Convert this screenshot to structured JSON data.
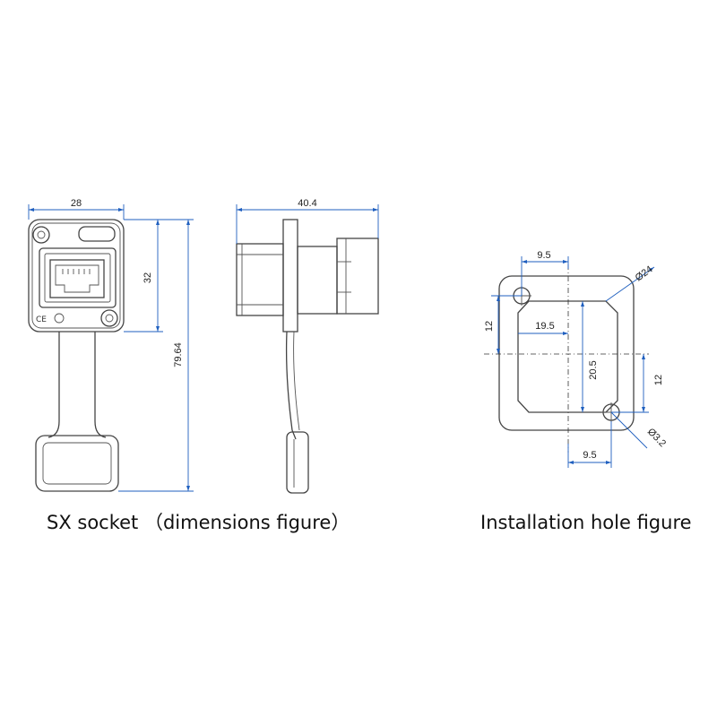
{
  "front_view": {
    "width_label": "28",
    "height_label": "32",
    "total_height_label": "79.64"
  },
  "side_view": {
    "depth_label": "40.4"
  },
  "hole_view": {
    "top_offset_label": "9.5",
    "bottom_offset_label": "9.5",
    "hole_diameter_label": "Ø24",
    "screw_diameter_label": "Ø3.2",
    "opening_width_label": "19.5",
    "opening_height_label": "20.5",
    "left_offset_label": "12",
    "right_offset_label": "12"
  },
  "captions": {
    "left": "SX socket （dimensions figure）",
    "right": "Installation hole figure"
  }
}
